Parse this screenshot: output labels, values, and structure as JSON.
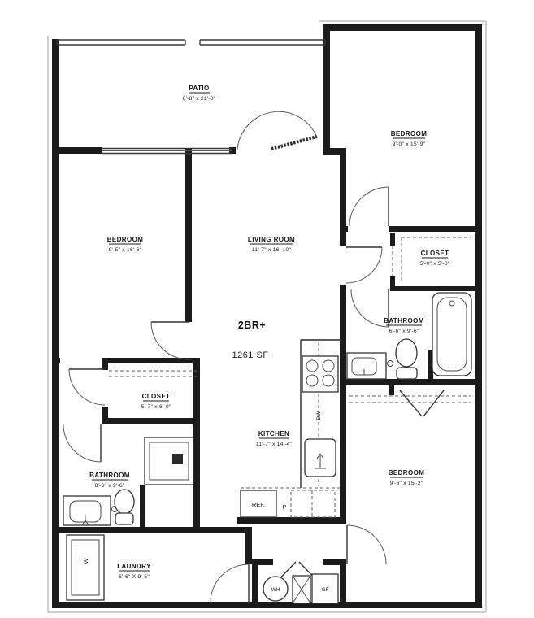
{
  "plan": {
    "unit_type": "2BR+",
    "area": "1261 SF",
    "rooms": {
      "patio": {
        "name": "PATIO",
        "dims": "8'-8\" x 21'-0\""
      },
      "bedroom_top_right": {
        "name": "BEDROOM",
        "dims": "9'-0\" x 15'-9\""
      },
      "bedroom_left": {
        "name": "BEDROOM",
        "dims": "9'-5\" x 16'-6\""
      },
      "living_room": {
        "name": "LIVING ROOM",
        "dims": "11'-7\" x 16'-10\""
      },
      "closet_right": {
        "name": "CLOSET",
        "dims": "5'-0\" x 5'-0\""
      },
      "bathroom_right": {
        "name": "BATHROOM",
        "dims": "6'-6\" x 9'-6\""
      },
      "closet_left": {
        "name": "CLOSET",
        "dims": "5'-7\" x 6'-0\""
      },
      "kitchen": {
        "name": "KITCHEN",
        "dims": "11'-7\" x 14'-4\""
      },
      "bathroom_left": {
        "name": "BATHROOM",
        "dims": "8'-6\" x 9'-6\""
      },
      "bedroom_bottom_right": {
        "name": "BEDROOM",
        "dims": "9'-6\" x 15'-2\""
      },
      "laundry": {
        "name": "LAUNDRY",
        "dims": "6'-6\" X 9'-5\""
      }
    },
    "labels": {
      "refrigerator": "REF.",
      "pantry": "P",
      "dishwasher": "DW",
      "washer": "W",
      "water_heater": "WH",
      "furnace": "GF"
    },
    "colors": {
      "wall": "#1b1b1b",
      "paper": "#ffffff"
    }
  }
}
